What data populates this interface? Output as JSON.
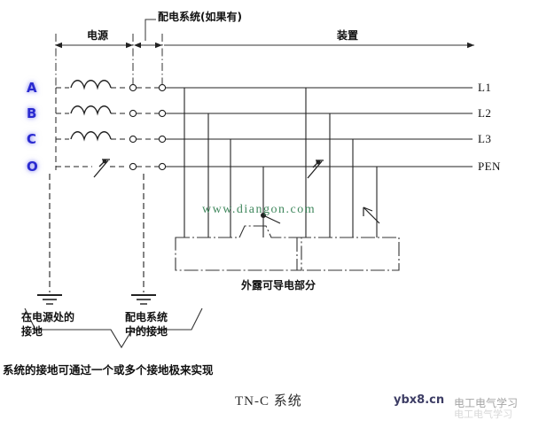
{
  "figure": {
    "caption": "TN-C 系统",
    "title_section_labels": {
      "source": "电源",
      "distribution": "配电系统(如果有)",
      "installation": "装置"
    }
  },
  "phases": [
    {
      "id": "A",
      "label": "A",
      "bus_label": "L1"
    },
    {
      "id": "B",
      "label": "B",
      "bus_label": "L2"
    },
    {
      "id": "C",
      "label": "C",
      "bus_label": "L3"
    },
    {
      "id": "O",
      "label": "O",
      "bus_label": "PEN"
    }
  ],
  "annotations": {
    "exposed_parts": "外露可导电部分",
    "source_earth_line1": "在电源处的",
    "source_earth_line2": "接地",
    "system_earth_line1": "配电系统",
    "system_earth_line2": "中的接地",
    "earthing_note": "系统的接地可通过一个或多个接地极来实现"
  },
  "watermarks": {
    "site_green": "www.diangon.com",
    "site_blue": "ybx8.cn",
    "brand_grey": "电工电气学习"
  },
  "colors": {
    "phase_label": "#2a2ad0",
    "wire": "#333333",
    "watermark_green": "#2f7d4f",
    "watermark_blue": "#1b1b4a",
    "watermark_grey": "#9a9a9a",
    "background": "#ffffff"
  }
}
